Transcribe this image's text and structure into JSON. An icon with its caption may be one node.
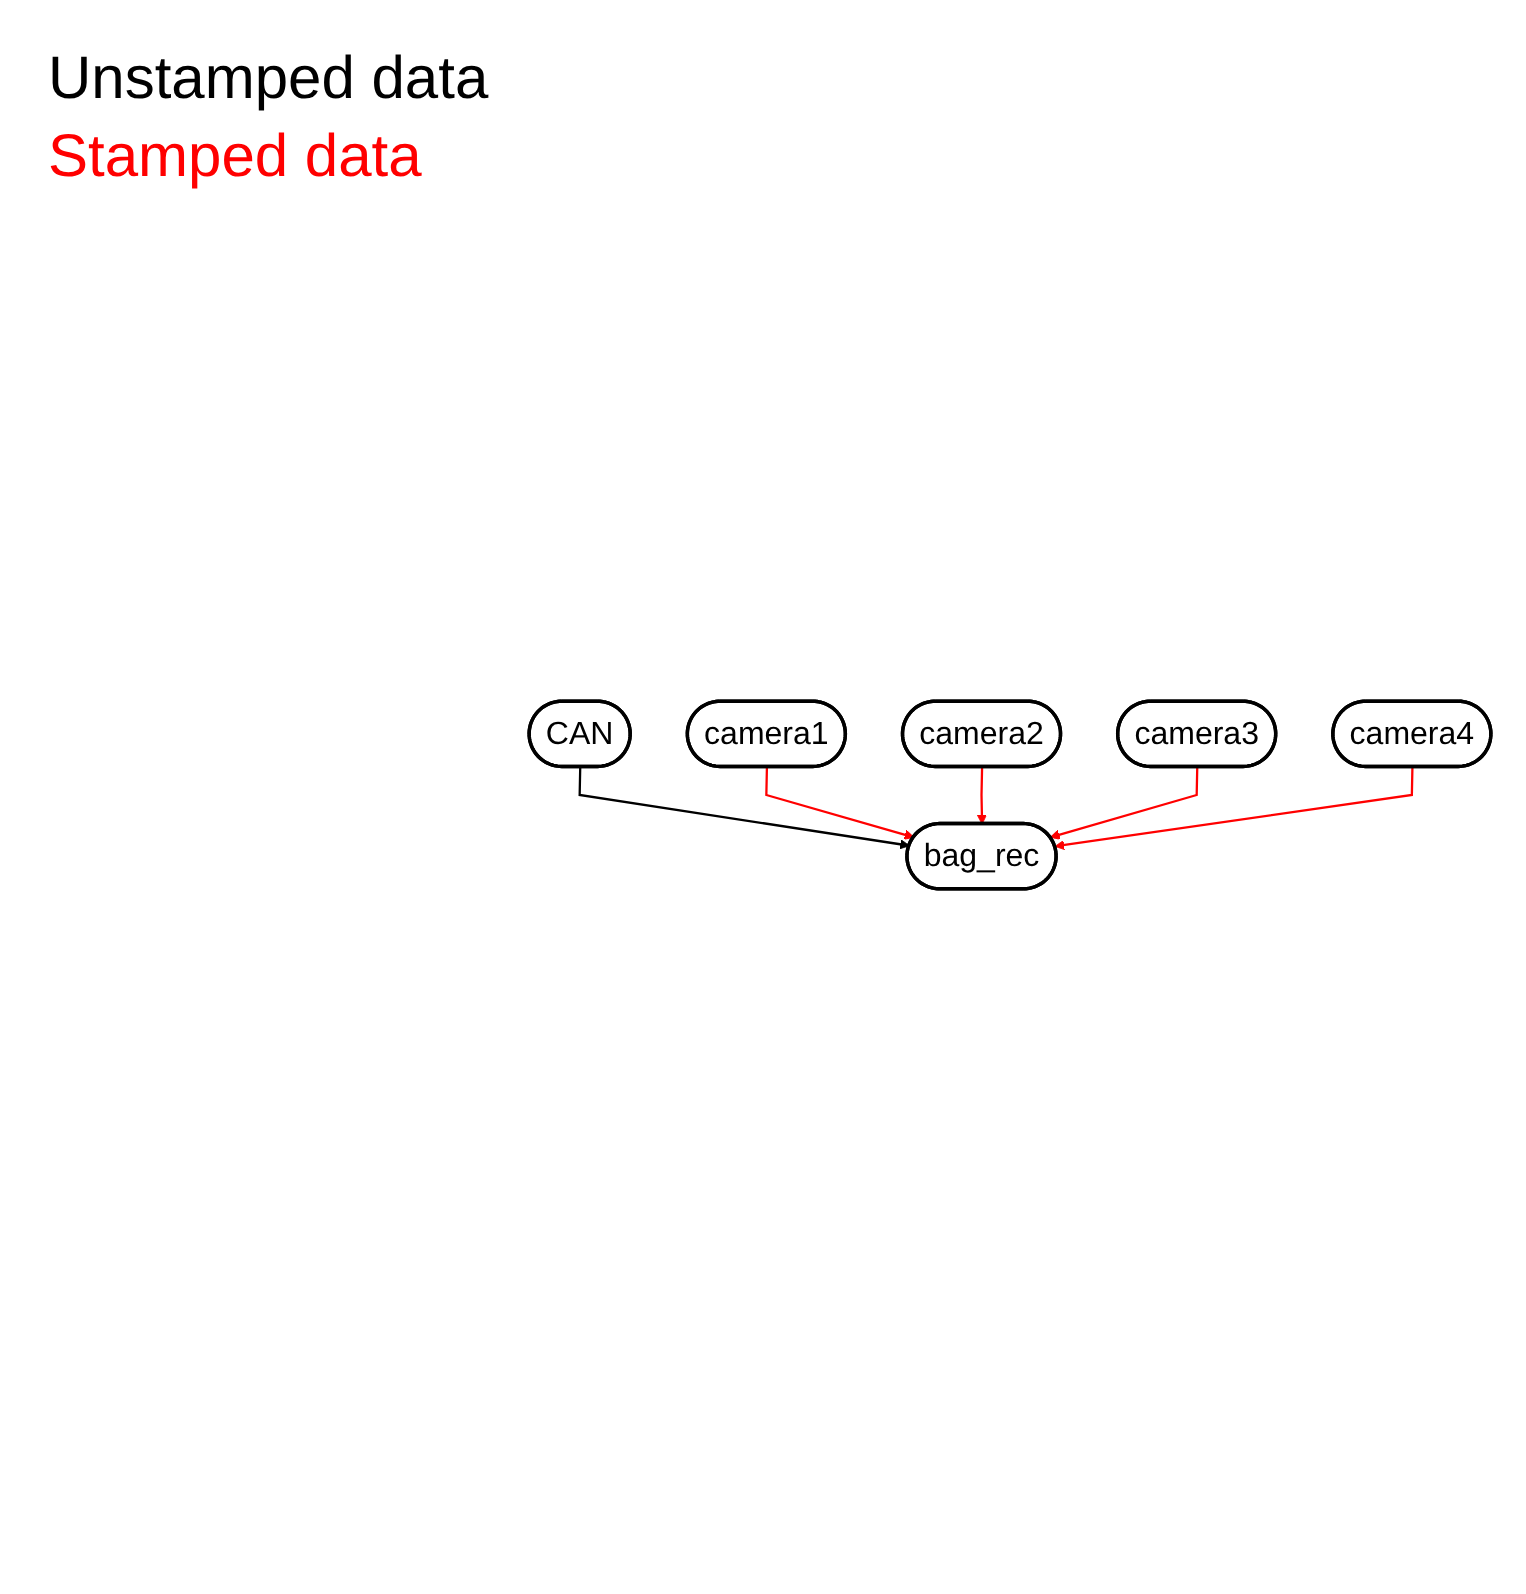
{
  "diagram": {
    "nodes": [
      {
        "text": [
          "CAN"
        ]
      },
      {
        "text": [
          "bag_rec"
        ]
      },
      {
        "text": [
          "camera1"
        ]
      },
      {
        "text": [
          "camera2"
        ]
      },
      {
        "text": [
          "camera3"
        ]
      },
      {
        "text": [
          "camera4"
        ]
      }
    ],
    "edges": [
      {
        "from": 0,
        "to": 1,
        "arrow": "to",
        "color": "#000000"
      },
      {
        "from": 2,
        "to": 1,
        "arrow": "to"
      },
      {
        "from": 3,
        "to": 1,
        "arrow": "to"
      },
      {
        "from": 4,
        "to": 1,
        "arrow": "to"
      },
      {
        "from": 5,
        "to": 1,
        "arrow": "to"
      }
    ],
    "legend": [
      {
        "text": "Unstamped data",
        "color": "#000000"
      },
      {
        "text": "Stamped data",
        "color": "#ff0000"
      }
    ]
  }
}
